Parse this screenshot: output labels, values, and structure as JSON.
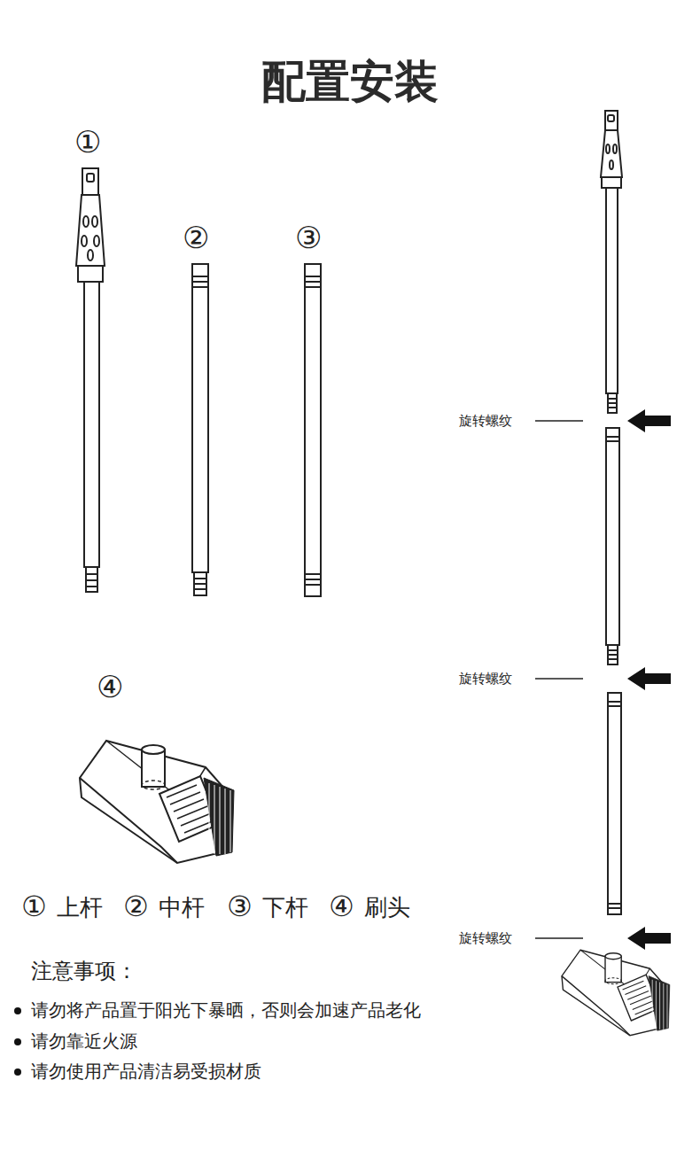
{
  "diagram": {
    "title": "配置安装",
    "labels": [
      "①",
      "②",
      "③",
      "④",
      "①",
      "上杆",
      "②",
      "中杆",
      "③",
      "下杆",
      "④",
      "刷头",
      "旋转螺纹",
      "旋转螺纹",
      "旋转螺纹",
      "注意事项：",
      "请勿将产品置于阳光下暴晒，否则会加速产品老化",
      "请勿靠近火源",
      "请勿使用产品清洁易受损材质"
    ]
  }
}
